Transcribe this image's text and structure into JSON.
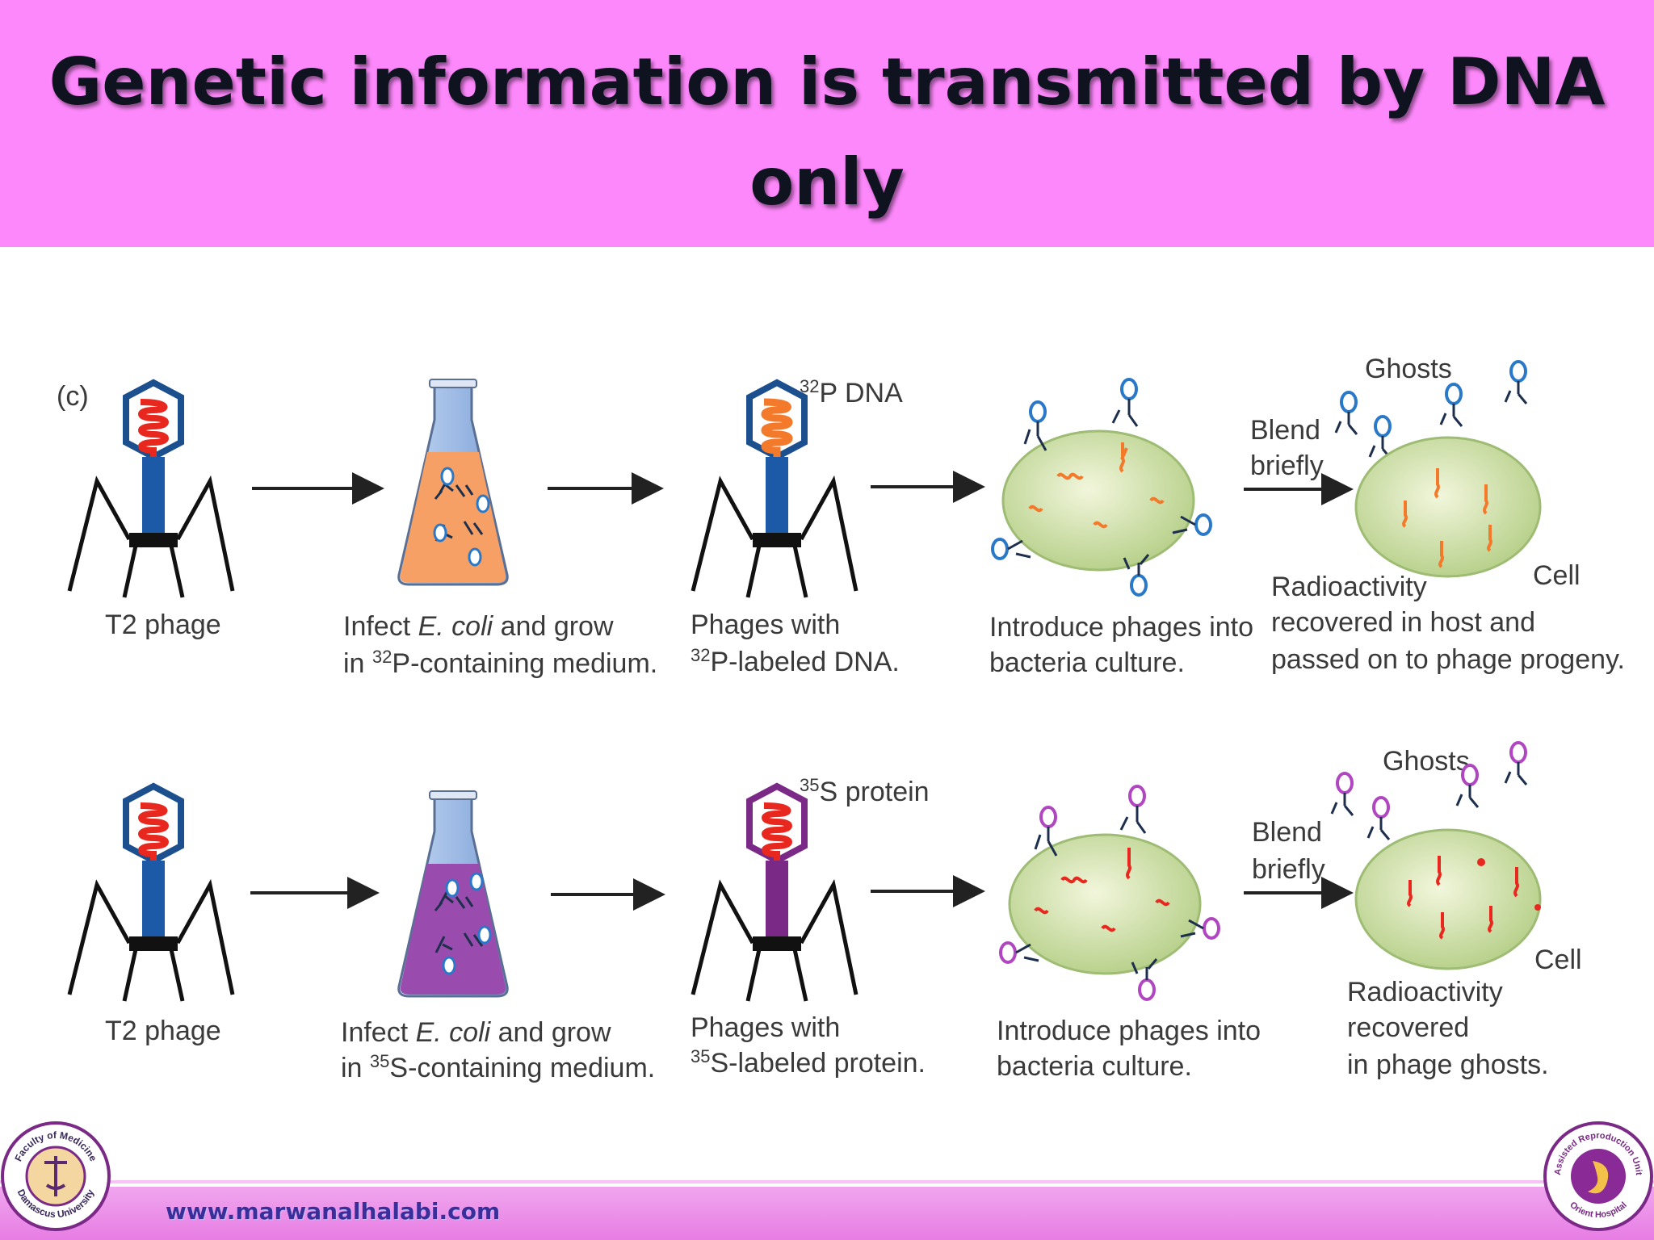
{
  "slide": {
    "title_line1": "Genetic information is transmitted by DNA",
    "title_line2": "only",
    "website": "www.marwanalhalabi.com"
  },
  "diagram": {
    "panel_label": "(c)",
    "rows": [
      {
        "isotope_tag_sup": "32",
        "isotope_tag_text": "P DNA",
        "t2_label": "T2 phage",
        "infect_line1_a": "Infect ",
        "infect_line1_em": "E. coli",
        "infect_line1_b": " and grow",
        "infect_line2_a": "in ",
        "infect_line2_sup": "32",
        "infect_line2_b": "P-containing medium.",
        "phages_line1": "Phages with",
        "phages_line2_sup": "32",
        "phages_line2_b": "P-labeled DNA.",
        "introduce_line1": "Introduce phages into",
        "introduce_line2": "bacteria culture.",
        "blend_line1": "Blend",
        "blend_line2": "briefly",
        "ghosts_label": "Ghosts",
        "cell_label": "Cell",
        "result_line1": "Radioactivity",
        "result_line2": "recovered in host and",
        "result_line3": "passed on to phage progeny."
      },
      {
        "isotope_tag_sup": "35",
        "isotope_tag_text": "S protein",
        "t2_label": "T2 phage",
        "infect_line1_a": "Infect ",
        "infect_line1_em": "E. coli",
        "infect_line1_b": " and grow",
        "infect_line2_a": "in ",
        "infect_line2_sup": "35",
        "infect_line2_b": "S-containing medium.",
        "phages_line1": "Phages with",
        "phages_line2_sup": "35",
        "phages_line2_b": "S-labeled protein.",
        "introduce_line1": "Introduce phages into",
        "introduce_line2": "bacteria culture.",
        "blend_line1": "Blend",
        "blend_line2": "briefly",
        "ghosts_label": "Ghosts",
        "cell_label": "Cell",
        "result_line1": "Radioactivity",
        "result_line2": "recovered",
        "result_line3": "in phage ghosts."
      }
    ]
  },
  "logos": {
    "left_text_top": "Faculty of Medicine",
    "left_text_bottom": "Damascus University",
    "right_text_top": "Assisted Reproduction Unit",
    "right_text_bottom": "Orient Hospital"
  },
  "colors": {
    "title_band": "#fd88fb",
    "dna_red": "#e8281e",
    "dna_orange": "#f27a2a",
    "phage_blue": "#1c5aa8",
    "phage_purple": "#7a2a86",
    "medium_orange": "#f6a066",
    "medium_purple": "#9a4cae",
    "cell_green": "#c9dea0",
    "mini_phage_blue": "#2a78c8",
    "mini_phage_purple": "#b046c0"
  }
}
